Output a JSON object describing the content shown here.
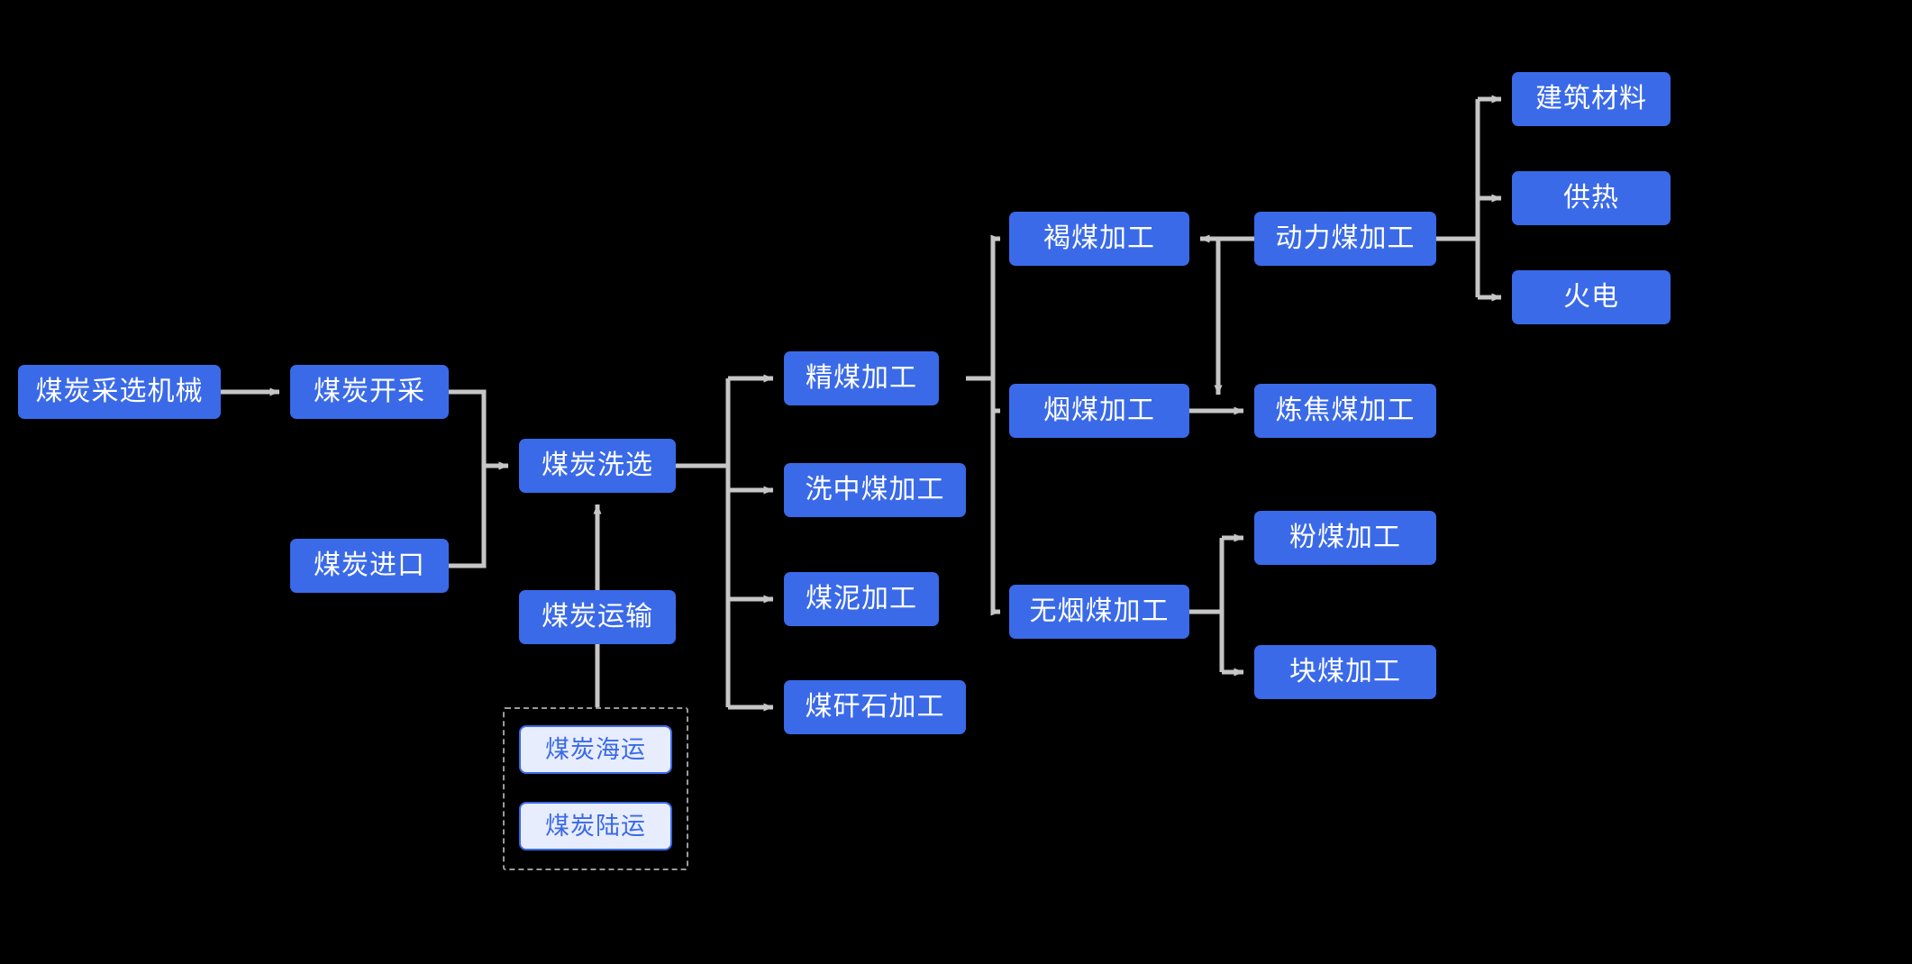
{
  "diagram": {
    "title": "",
    "type": "flowchart",
    "background_color": "#000000",
    "node_fill": "#3a6ae8",
    "node_text_color": "#ffffff",
    "sub_node_fill": "#e8edfd",
    "sub_node_text_color": "#3a6ae8",
    "connector_color": "#c6c6c6",
    "group_border_color": "#9a9a9a"
  },
  "nodes": {
    "mining_machinery": {
      "label": "煤炭采选机械"
    },
    "coal_mining": {
      "label": "煤炭开采"
    },
    "coal_import": {
      "label": "煤炭进口"
    },
    "coal_washing": {
      "label": "煤炭洗选"
    },
    "coal_transport": {
      "label": "煤炭运输"
    },
    "coal_sea_transport": {
      "label": "煤炭海运"
    },
    "coal_land_transport": {
      "label": "煤炭陆运"
    },
    "clean_coal_processing": {
      "label": "精煤加工"
    },
    "middling_coal_processing": {
      "label": "洗中煤加工"
    },
    "coal_slime_processing": {
      "label": "煤泥加工"
    },
    "gangue_processing": {
      "label": "煤矸石加工"
    },
    "lignite_processing": {
      "label": "褐煤加工"
    },
    "bituminous_processing": {
      "label": "烟煤加工"
    },
    "anthracite_processing": {
      "label": "无烟煤加工"
    },
    "steam_coal_processing": {
      "label": "动力煤加工"
    },
    "coking_coal_processing": {
      "label": "炼焦煤加工"
    },
    "pulverized_coal_processing": {
      "label": "粉煤加工"
    },
    "lump_coal_processing": {
      "label": "块煤加工"
    },
    "building_materials": {
      "label": "建筑材料"
    },
    "heating_supply": {
      "label": "供热"
    },
    "thermal_power": {
      "label": "火电"
    }
  },
  "edges": [
    {
      "from": "mining_machinery",
      "to": "coal_mining"
    },
    {
      "from": "coal_mining",
      "to": "coal_washing"
    },
    {
      "from": "coal_import",
      "to": "coal_washing"
    },
    {
      "from": "coal_transport",
      "to": "coal_washing"
    },
    {
      "from": "coal_sea_transport",
      "to": "coal_transport"
    },
    {
      "from": "coal_land_transport",
      "to": "coal_transport"
    },
    {
      "from": "coal_washing",
      "to": "clean_coal_processing"
    },
    {
      "from": "coal_washing",
      "to": "middling_coal_processing"
    },
    {
      "from": "coal_washing",
      "to": "coal_slime_processing"
    },
    {
      "from": "coal_washing",
      "to": "gangue_processing"
    },
    {
      "from": "clean_coal_processing",
      "to": "lignite_processing"
    },
    {
      "from": "clean_coal_processing",
      "to": "bituminous_processing"
    },
    {
      "from": "clean_coal_processing",
      "to": "anthracite_processing"
    },
    {
      "from": "steam_coal_processing",
      "to": "lignite_processing"
    },
    {
      "from": "bituminous_processing",
      "to": "coking_coal_processing"
    },
    {
      "from": "steam_coal_processing",
      "to": "coking_coal_processing"
    },
    {
      "from": "steam_coal_processing",
      "to": "building_materials"
    },
    {
      "from": "steam_coal_processing",
      "to": "heating_supply"
    },
    {
      "from": "steam_coal_processing",
      "to": "thermal_power"
    },
    {
      "from": "anthracite_processing",
      "to": "pulverized_coal_processing"
    },
    {
      "from": "anthracite_processing",
      "to": "lump_coal_processing"
    }
  ],
  "groups": {
    "transport_modes": {
      "label": ""
    }
  }
}
